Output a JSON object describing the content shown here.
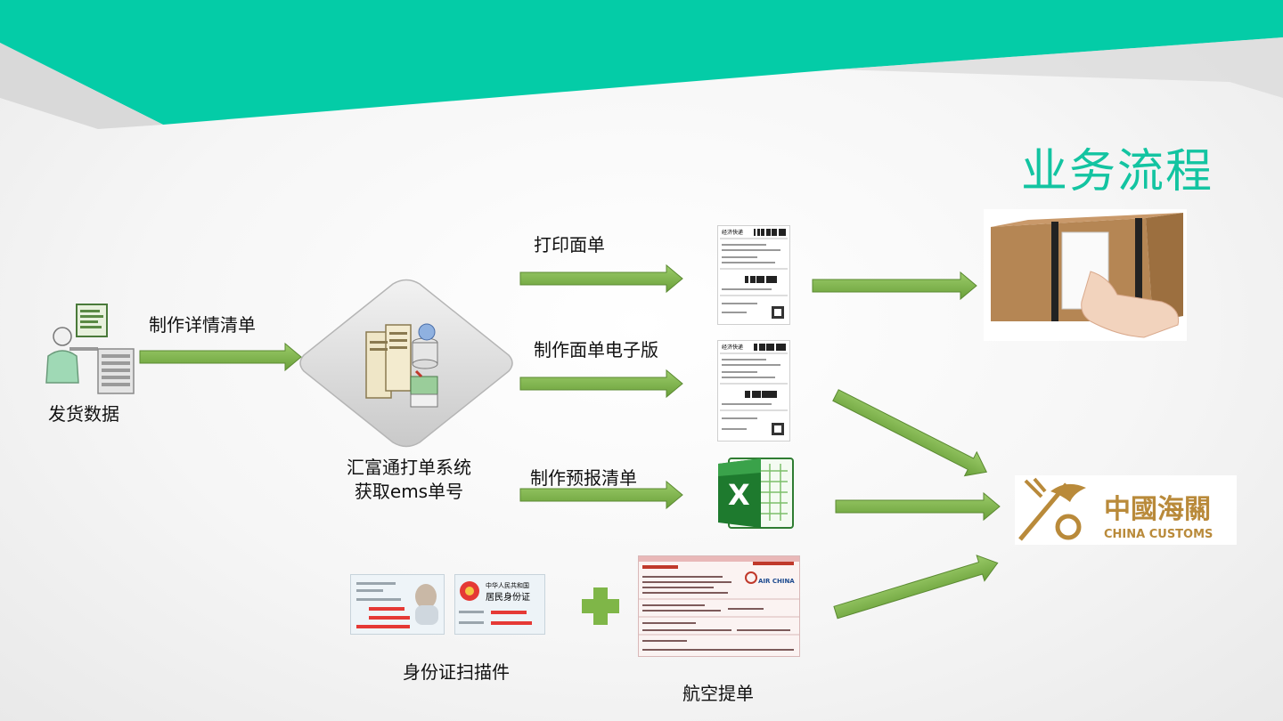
{
  "slide": {
    "title": "业务流程"
  },
  "source": {
    "label": "发货数据",
    "icon": "user-computer-icon"
  },
  "steps": {
    "make_detail_list": "制作详情清单",
    "system_label_line1": "汇富通打单系统",
    "system_label_line2": "获取ems单号",
    "print_waybill": "打印面单",
    "electronic_waybill": "制作面单电子版",
    "declaration_list": "制作预报清单",
    "id_scan": "身份证扫描件",
    "air_waybill": "航空提单"
  },
  "destinations": {
    "customs_cn": "中國海關",
    "customs_en": "CHINA CUSTOMS"
  },
  "waybill": {
    "header": "经济快递"
  },
  "id_card": {
    "back_line1": "中华人民共和国",
    "back_line2": "居民身份证"
  },
  "airline": {
    "name": "AIR CHINA"
  },
  "colors": {
    "banner_teal": "#04cca7",
    "title_teal": "#13c4a1",
    "arrow_green": "#7fb648",
    "customs_gold": "#b98a3a"
  }
}
